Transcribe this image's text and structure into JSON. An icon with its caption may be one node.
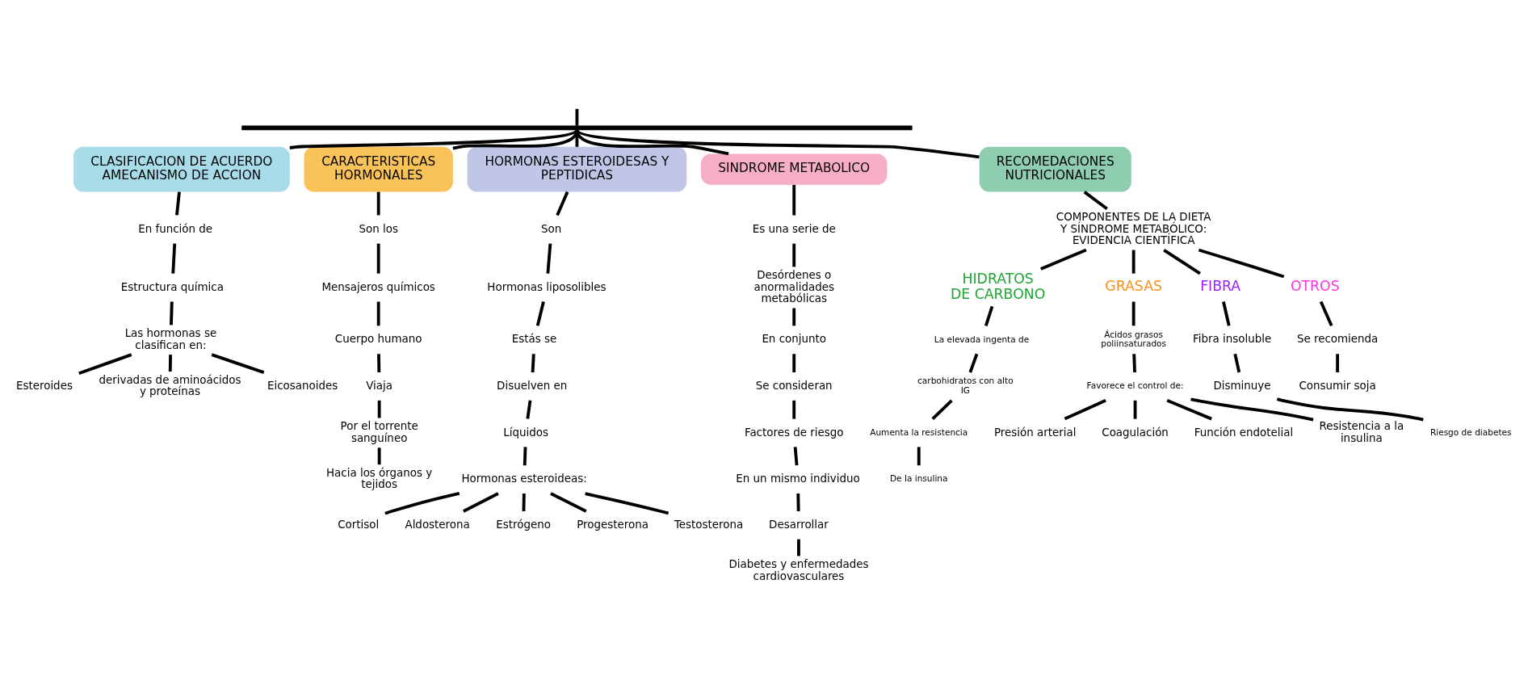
{
  "diagram": {
    "nodes": [
      {
        "text": [
          "CLASIFICACION DE ACUERDO AMECANISMO DE ACCION"
        ]
      },
      {
        "text": [
          "En función de"
        ]
      },
      {
        "text": [
          "Estructura química"
        ]
      },
      {
        "text": [
          "Las hormonas se clasifican en:"
        ]
      },
      {
        "text": [
          "Esteroides"
        ]
      },
      {
        "text": [
          "derivadas de aminoácidos y proteínas"
        ]
      },
      {
        "text": [
          "Eicosanoides"
        ]
      },
      {
        "text": [
          "CARACTERISTICAS HORMONALES"
        ]
      },
      {
        "text": [
          "Son los"
        ]
      },
      {
        "text": [
          "Mensajeros químicos"
        ]
      },
      {
        "text": [
          "Cuerpo humano"
        ]
      },
      {
        "text": [
          "Viaja"
        ]
      },
      {
        "text": [
          "Por el torrente sanguíneo"
        ]
      },
      {
        "text": [
          "Hacia los órganos y tejidos"
        ]
      },
      {
        "text": [
          "HORMONAS ESTEROIDESAS Y PEPTIDICAS"
        ]
      },
      {
        "text": [
          "Son"
        ]
      },
      {
        "text": [
          "Hormonas liposolibles"
        ]
      },
      {
        "text": [
          "Estás se"
        ]
      },
      {
        "text": [
          "Disuelven en"
        ]
      },
      {
        "text": [
          "Líquidos"
        ]
      },
      {
        "text": [
          "Hormonas esteroideas:"
        ]
      },
      {
        "text": [
          "Cortisol"
        ]
      },
      {
        "text": [
          "Aldosterona"
        ]
      },
      {
        "text": [
          "Estrógeno"
        ]
      },
      {
        "text": [
          "Progesterona"
        ]
      },
      {
        "text": [
          "Testosterona"
        ]
      },
      {
        "text": [
          "SINDROME METABOLICO"
        ]
      },
      {
        "text": [
          "Es una serie de"
        ]
      },
      {
        "text": [
          "Desórdenes o anormalidades metabólicas"
        ]
      },
      {
        "text": [
          "En conjunto"
        ]
      },
      {
        "text": [
          "Se consideran"
        ]
      },
      {
        "text": [
          "Factores de riesgo"
        ]
      },
      {
        "text": [
          "En un mismo individuo"
        ]
      },
      {
        "text": [
          "Desarrollar"
        ]
      },
      {
        "text": [
          "Diabetes y enfermedades cardiovasculares"
        ]
      },
      {
        "text": [
          "RECOMEDACIONES NUTRICIONALES"
        ]
      },
      {
        "text": [
          "COMPONENTES DE LA DIETA Y SÍNDROME METABÓLICO: EVIDENCIA CIENTÍFICA"
        ]
      },
      {
        "text": [
          "HIDRATOS DE CARBONO"
        ]
      },
      {
        "text": [
          "GRASAS"
        ]
      },
      {
        "text": [
          "FIBRA"
        ]
      },
      {
        "text": [
          "OTROS"
        ]
      },
      {
        "text": [
          "La elevada ingenta de"
        ]
      },
      {
        "text": [
          "carbohidratos con alto IG"
        ]
      },
      {
        "text": [
          "Aumenta la resistencia"
        ]
      },
      {
        "text": [
          "De la insulina"
        ]
      },
      {
        "text": [
          "Ácidos grasos poliinsaturados"
        ]
      },
      {
        "text": [
          "Favorece el control de:"
        ]
      },
      {
        "text": [
          "Presión arterial"
        ]
      },
      {
        "text": [
          "Coagulación"
        ]
      },
      {
        "text": [
          "Función endotelial"
        ]
      },
      {
        "text": [
          "Resistencia a la insulina"
        ]
      },
      {
        "text": [
          "Fibra insoluble"
        ]
      },
      {
        "text": [
          "Disminuye"
        ]
      },
      {
        "text": [
          "Riesgo de diabetes"
        ]
      },
      {
        "text": [
          "Se recomienda"
        ]
      },
      {
        "text": [
          "Consumir soja"
        ]
      },
      {
        "text": [],
        "shape": "bar"
      }
    ],
    "edges": [
      {
        "from": null,
        "to": 56,
        "arrow": "none"
      },
      {
        "from": 56,
        "to": 0,
        "arrow": "none"
      },
      {
        "from": 56,
        "to": 7,
        "arrow": "none"
      },
      {
        "from": 56,
        "to": 14,
        "arrow": "none"
      },
      {
        "from": 56,
        "to": 26,
        "arrow": "none"
      },
      {
        "from": 56,
        "to": 35,
        "arrow": "none"
      },
      {
        "from": 0,
        "to": 1,
        "arrow": "none"
      },
      {
        "from": 1,
        "to": 2,
        "arrow": "none"
      },
      {
        "from": 2,
        "to": 3,
        "arrow": "none"
      },
      {
        "from": 3,
        "to": 4,
        "arrow": "none"
      },
      {
        "from": 3,
        "to": 6,
        "arrow": "none"
      },
      {
        "from": 3,
        "to": 5,
        "arrow": "none"
      },
      {
        "from": 7,
        "to": 8,
        "arrow": "none"
      },
      {
        "from": 8,
        "to": 9,
        "arrow": "none"
      },
      {
        "from": 9,
        "to": 10,
        "arrow": "none"
      },
      {
        "from": 10,
        "to": 11,
        "arrow": "none"
      },
      {
        "from": 11,
        "to": 12,
        "arrow": "none"
      },
      {
        "from": 12,
        "to": 13,
        "arrow": "none"
      },
      {
        "from": 14,
        "to": 15,
        "arrow": "none"
      },
      {
        "from": 15,
        "to": 16,
        "arrow": "none"
      },
      {
        "from": 16,
        "to": 17,
        "arrow": "none"
      },
      {
        "from": 17,
        "to": 18,
        "arrow": "none"
      },
      {
        "from": 18,
        "to": 19,
        "arrow": "none"
      },
      {
        "from": 19,
        "to": 20,
        "arrow": "none"
      },
      {
        "from": 20,
        "to": 21,
        "arrow": "none"
      },
      {
        "from": 20,
        "to": 22,
        "arrow": "none"
      },
      {
        "from": 20,
        "to": 23,
        "arrow": "none"
      },
      {
        "from": 20,
        "to": 24,
        "arrow": "none"
      },
      {
        "from": 20,
        "to": 25,
        "arrow": "none"
      },
      {
        "from": 26,
        "to": 27,
        "arrow": "none"
      },
      {
        "from": 27,
        "to": 28,
        "arrow": "none"
      },
      {
        "from": 28,
        "to": 29,
        "arrow": "none"
      },
      {
        "from": 29,
        "to": 30,
        "arrow": "none"
      },
      {
        "from": 30,
        "to": 31,
        "arrow": "none"
      },
      {
        "from": 31,
        "to": 32,
        "arrow": "none"
      },
      {
        "from": 32,
        "to": 33,
        "arrow": "none"
      },
      {
        "from": 33,
        "to": 34,
        "arrow": "none"
      },
      {
        "from": 35,
        "to": 36,
        "arrow": "none"
      },
      {
        "from": 36,
        "to": 37,
        "arrow": "none"
      },
      {
        "from": 36,
        "to": 38,
        "arrow": "none"
      },
      {
        "from": 36,
        "to": 39,
        "arrow": "none"
      },
      {
        "from": 36,
        "to": 40,
        "arrow": "none"
      },
      {
        "from": 37,
        "to": 41,
        "arrow": "none"
      },
      {
        "from": 41,
        "to": 42,
        "arrow": "none"
      },
      {
        "from": 42,
        "to": 43,
        "arrow": "none"
      },
      {
        "from": 43,
        "to": 44,
        "arrow": "none"
      },
      {
        "from": 38,
        "to": 45,
        "arrow": "none"
      },
      {
        "from": 45,
        "to": 46,
        "arrow": "none"
      },
      {
        "from": 46,
        "to": 47,
        "arrow": "none"
      },
      {
        "from": 46,
        "to": 48,
        "arrow": "none"
      },
      {
        "from": 46,
        "to": 49,
        "arrow": "none"
      },
      {
        "from": 46,
        "to": 50,
        "arrow": "none"
      },
      {
        "from": 39,
        "to": 51,
        "arrow": "none"
      },
      {
        "from": 51,
        "to": 52,
        "arrow": "none"
      },
      {
        "from": 52,
        "to": 53,
        "arrow": "none"
      },
      {
        "from": 40,
        "to": 54,
        "arrow": "none"
      },
      {
        "from": 54,
        "to": 55,
        "arrow": "none"
      }
    ]
  }
}
